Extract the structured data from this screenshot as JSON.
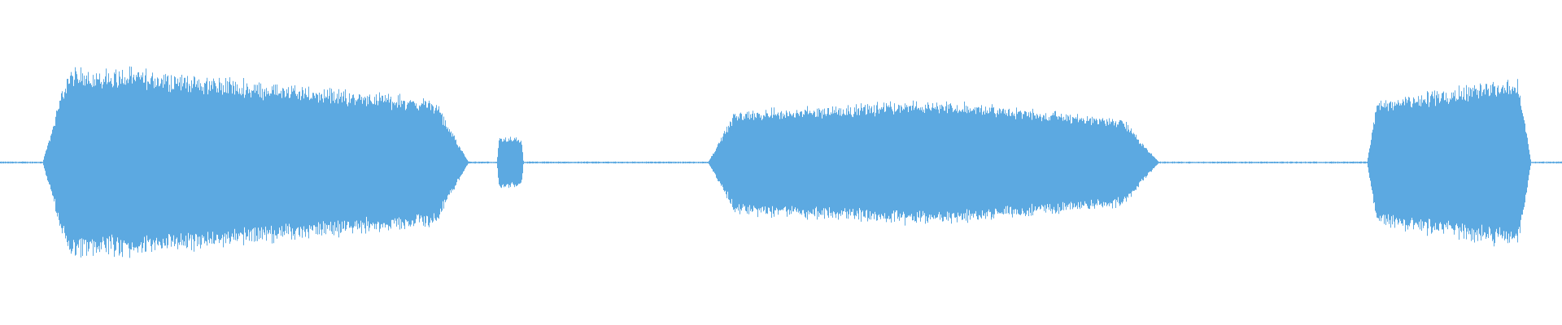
{
  "waveform": {
    "color": "#5ca9e1",
    "background": "#ffffff",
    "segments": [
      {
        "start": 0.027,
        "end": 0.3,
        "peak": 0.75
      },
      {
        "start": 0.318,
        "end": 0.335,
        "peak": 0.2
      },
      {
        "start": 0.453,
        "end": 0.742,
        "peak": 0.5
      },
      {
        "start": 0.875,
        "end": 0.98,
        "peak": 0.7
      }
    ]
  }
}
